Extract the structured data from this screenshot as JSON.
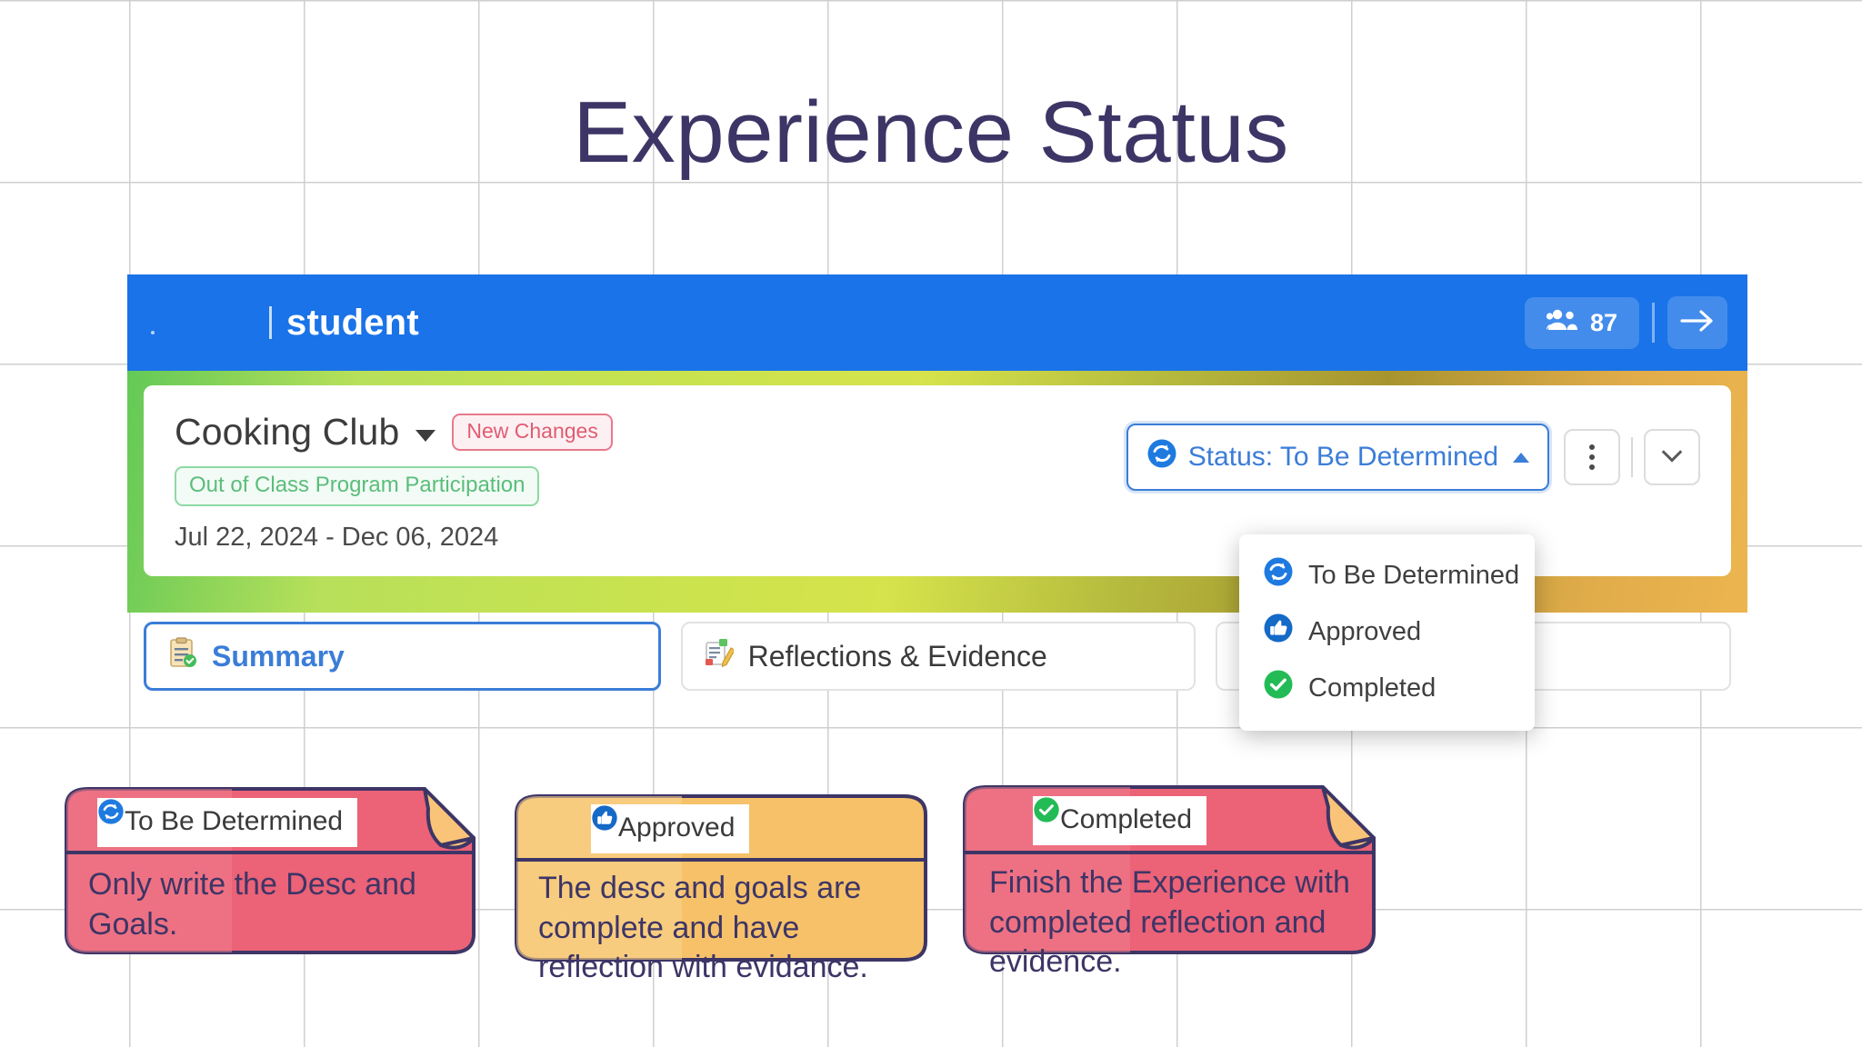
{
  "page": {
    "title": "Experience Status"
  },
  "app_header": {
    "brand_name": "student",
    "people_icon": "people-group-icon",
    "people_count": "87",
    "arrow_icon": "arrow-right-icon"
  },
  "experience": {
    "name": "Cooking Club",
    "name_caret_icon": "chevron-down-icon",
    "badge_new_changes": "New Changes",
    "badge_category": "Out of Class Program Participation",
    "date_range": "Jul 22, 2024 - Dec 06, 2024"
  },
  "actions": {
    "status_icon": "sync-refresh-icon",
    "status_label": "Status: To Be Determined",
    "status_caret_icon": "caret-up-icon",
    "kebab_icon": "kebab-menu-icon",
    "chevron_icon": "chevron-down-icon"
  },
  "status_menu": {
    "items": [
      {
        "label": "To Be Determined",
        "icon": "sync-refresh-icon",
        "color": "#1f7ae0"
      },
      {
        "label": "Approved",
        "icon": "thumbs-up-icon",
        "color": "#1569c7"
      },
      {
        "label": "Completed",
        "icon": "check-circle-icon",
        "color": "#22bb55"
      }
    ]
  },
  "tabs": [
    {
      "label": "Summary",
      "icon": "clipboard-check-icon",
      "active": true
    },
    {
      "label": "Reflections & Evidence",
      "icon": "notes-pencil-icon",
      "active": false
    },
    {
      "label": "",
      "icon": "people-group-icon",
      "active": false
    }
  ],
  "notes": [
    {
      "label": "To Be Determined",
      "icon": "sync-refresh-icon",
      "body": "Only write the Desc and Goals.",
      "fill": "#ec6277",
      "fill_light": "#f07e8e",
      "fold": "#fac478",
      "stroke": "#3d3566"
    },
    {
      "label": "Approved",
      "icon": "thumbs-up-icon",
      "body": "The desc and goals are complete and have reflection with evidance.",
      "fill": "#f6c168",
      "fill_light": "#fad38d",
      "fold": "#f6c168",
      "stroke": "#3d3566"
    },
    {
      "label": "Completed",
      "icon": "check-circle-icon",
      "body": "Finish the Experience with completed reflection and evidence.",
      "fill": "#ec6277",
      "fill_light": "#f07e8e",
      "fold": "#fac478",
      "stroke": "#3d3566"
    }
  ],
  "colors": {
    "header_blue": "#1a73e8",
    "title_purple": "#3d3566",
    "accent_blue": "#3b7dd8",
    "green": "#22bb55"
  }
}
